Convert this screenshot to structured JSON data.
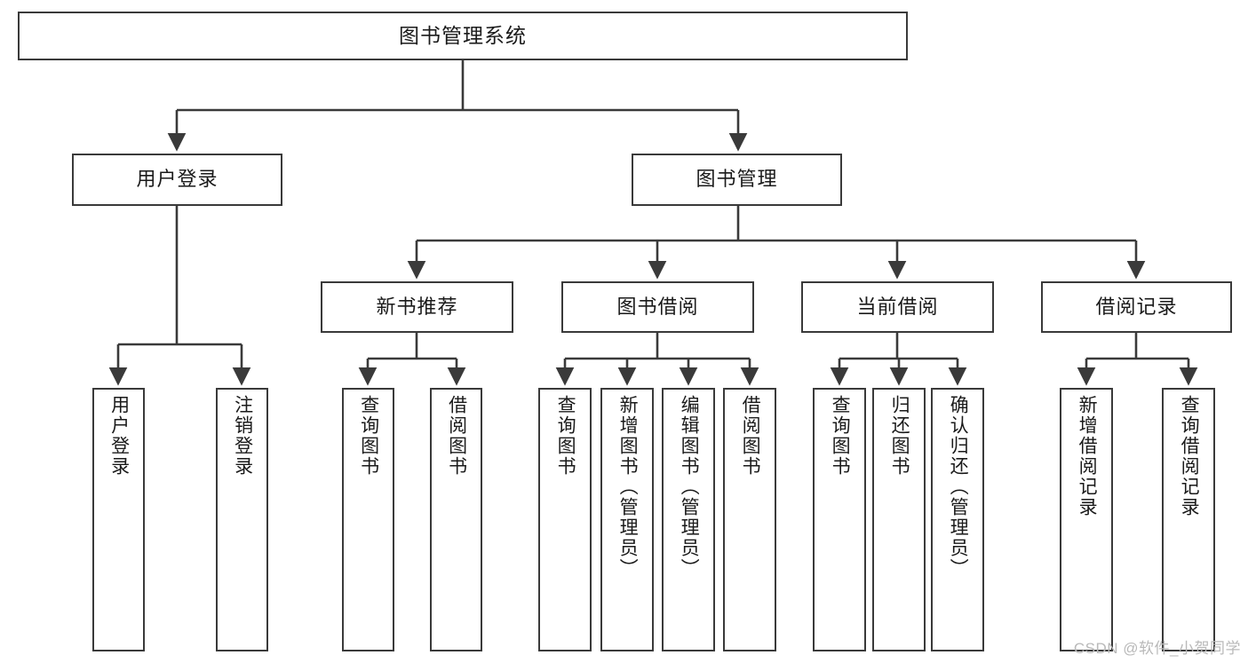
{
  "diagram": {
    "type": "tree-hierarchy",
    "title": "图书管理系统",
    "orientation": "top-down",
    "colors": {
      "node_border": "#3a3a3a",
      "node_fill": "#ffffff",
      "edge": "#3a3a3a",
      "text": "#1a1a1a",
      "watermark": "#b9b9b9",
      "background": "#ffffff"
    }
  },
  "root": {
    "label": "图书管理系统"
  },
  "level2": [
    {
      "label": "用户登录"
    },
    {
      "label": "图书管理"
    }
  ],
  "level3": [
    {
      "label": "新书推荐"
    },
    {
      "label": "图书借阅"
    },
    {
      "label": "当前借阅"
    },
    {
      "label": "借阅记录"
    }
  ],
  "leaves": {
    "user_login": [
      {
        "label": "用户登录"
      },
      {
        "label": "注销登录"
      }
    ],
    "new_book_recommend": [
      {
        "label": "查询图书"
      },
      {
        "label": "借阅图书"
      }
    ],
    "book_borrow": [
      {
        "label": "查询图书"
      },
      {
        "label": "新增图书（管理员）"
      },
      {
        "label": "编辑图书（管理员）"
      },
      {
        "label": "借阅图书"
      }
    ],
    "current_borrow": [
      {
        "label": "查询图书"
      },
      {
        "label": "归还图书"
      },
      {
        "label": "确认归还（管理员）"
      }
    ],
    "borrow_records": [
      {
        "label": "新增借阅记录"
      },
      {
        "label": "查询借阅记录"
      }
    ]
  },
  "watermark": {
    "text": "CSDN @软件_小贺同学"
  }
}
